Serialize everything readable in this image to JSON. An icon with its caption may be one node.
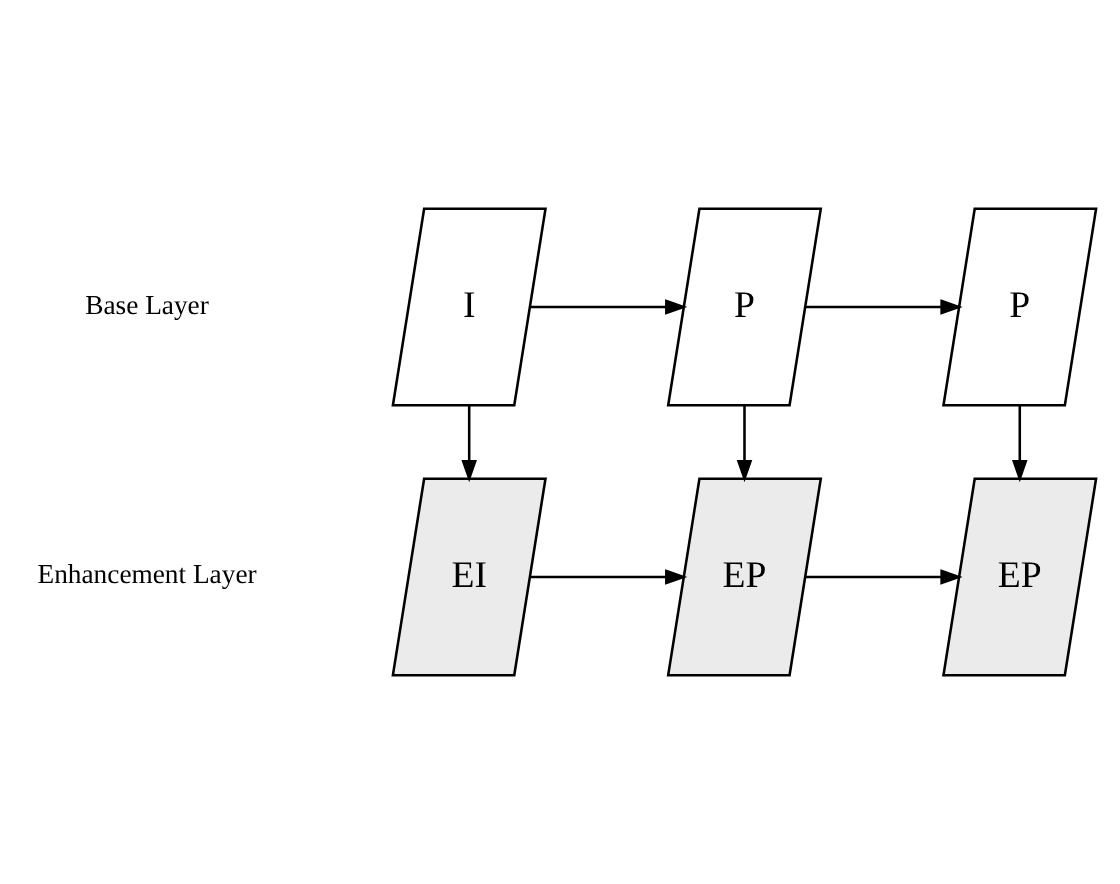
{
  "diagram": {
    "nodes": [
      {
        "text": [
          "EI"
        ]
      },
      {
        "text": [
          "EP"
        ]
      },
      {
        "text": [
          "EP"
        ]
      },
      {
        "text": [
          "I"
        ]
      },
      {
        "text": [
          "P"
        ]
      },
      {
        "text": [
          "P"
        ]
      }
    ],
    "edges": [
      {
        "from": 0,
        "to": 1,
        "arrow": "to"
      },
      {
        "from": 1,
        "to": 2,
        "arrow": "to"
      },
      {
        "from": 3,
        "to": 4,
        "arrow": "to"
      },
      {
        "from": 4,
        "to": 5,
        "arrow": "to"
      },
      {
        "from": 3,
        "to": 0,
        "arrow": "to"
      },
      {
        "from": 4,
        "to": 1,
        "arrow": "to"
      },
      {
        "from": 5,
        "to": 2,
        "arrow": "to"
      }
    ],
    "labels": [
      "Enhancement Layer",
      "Base Layer"
    ]
  }
}
